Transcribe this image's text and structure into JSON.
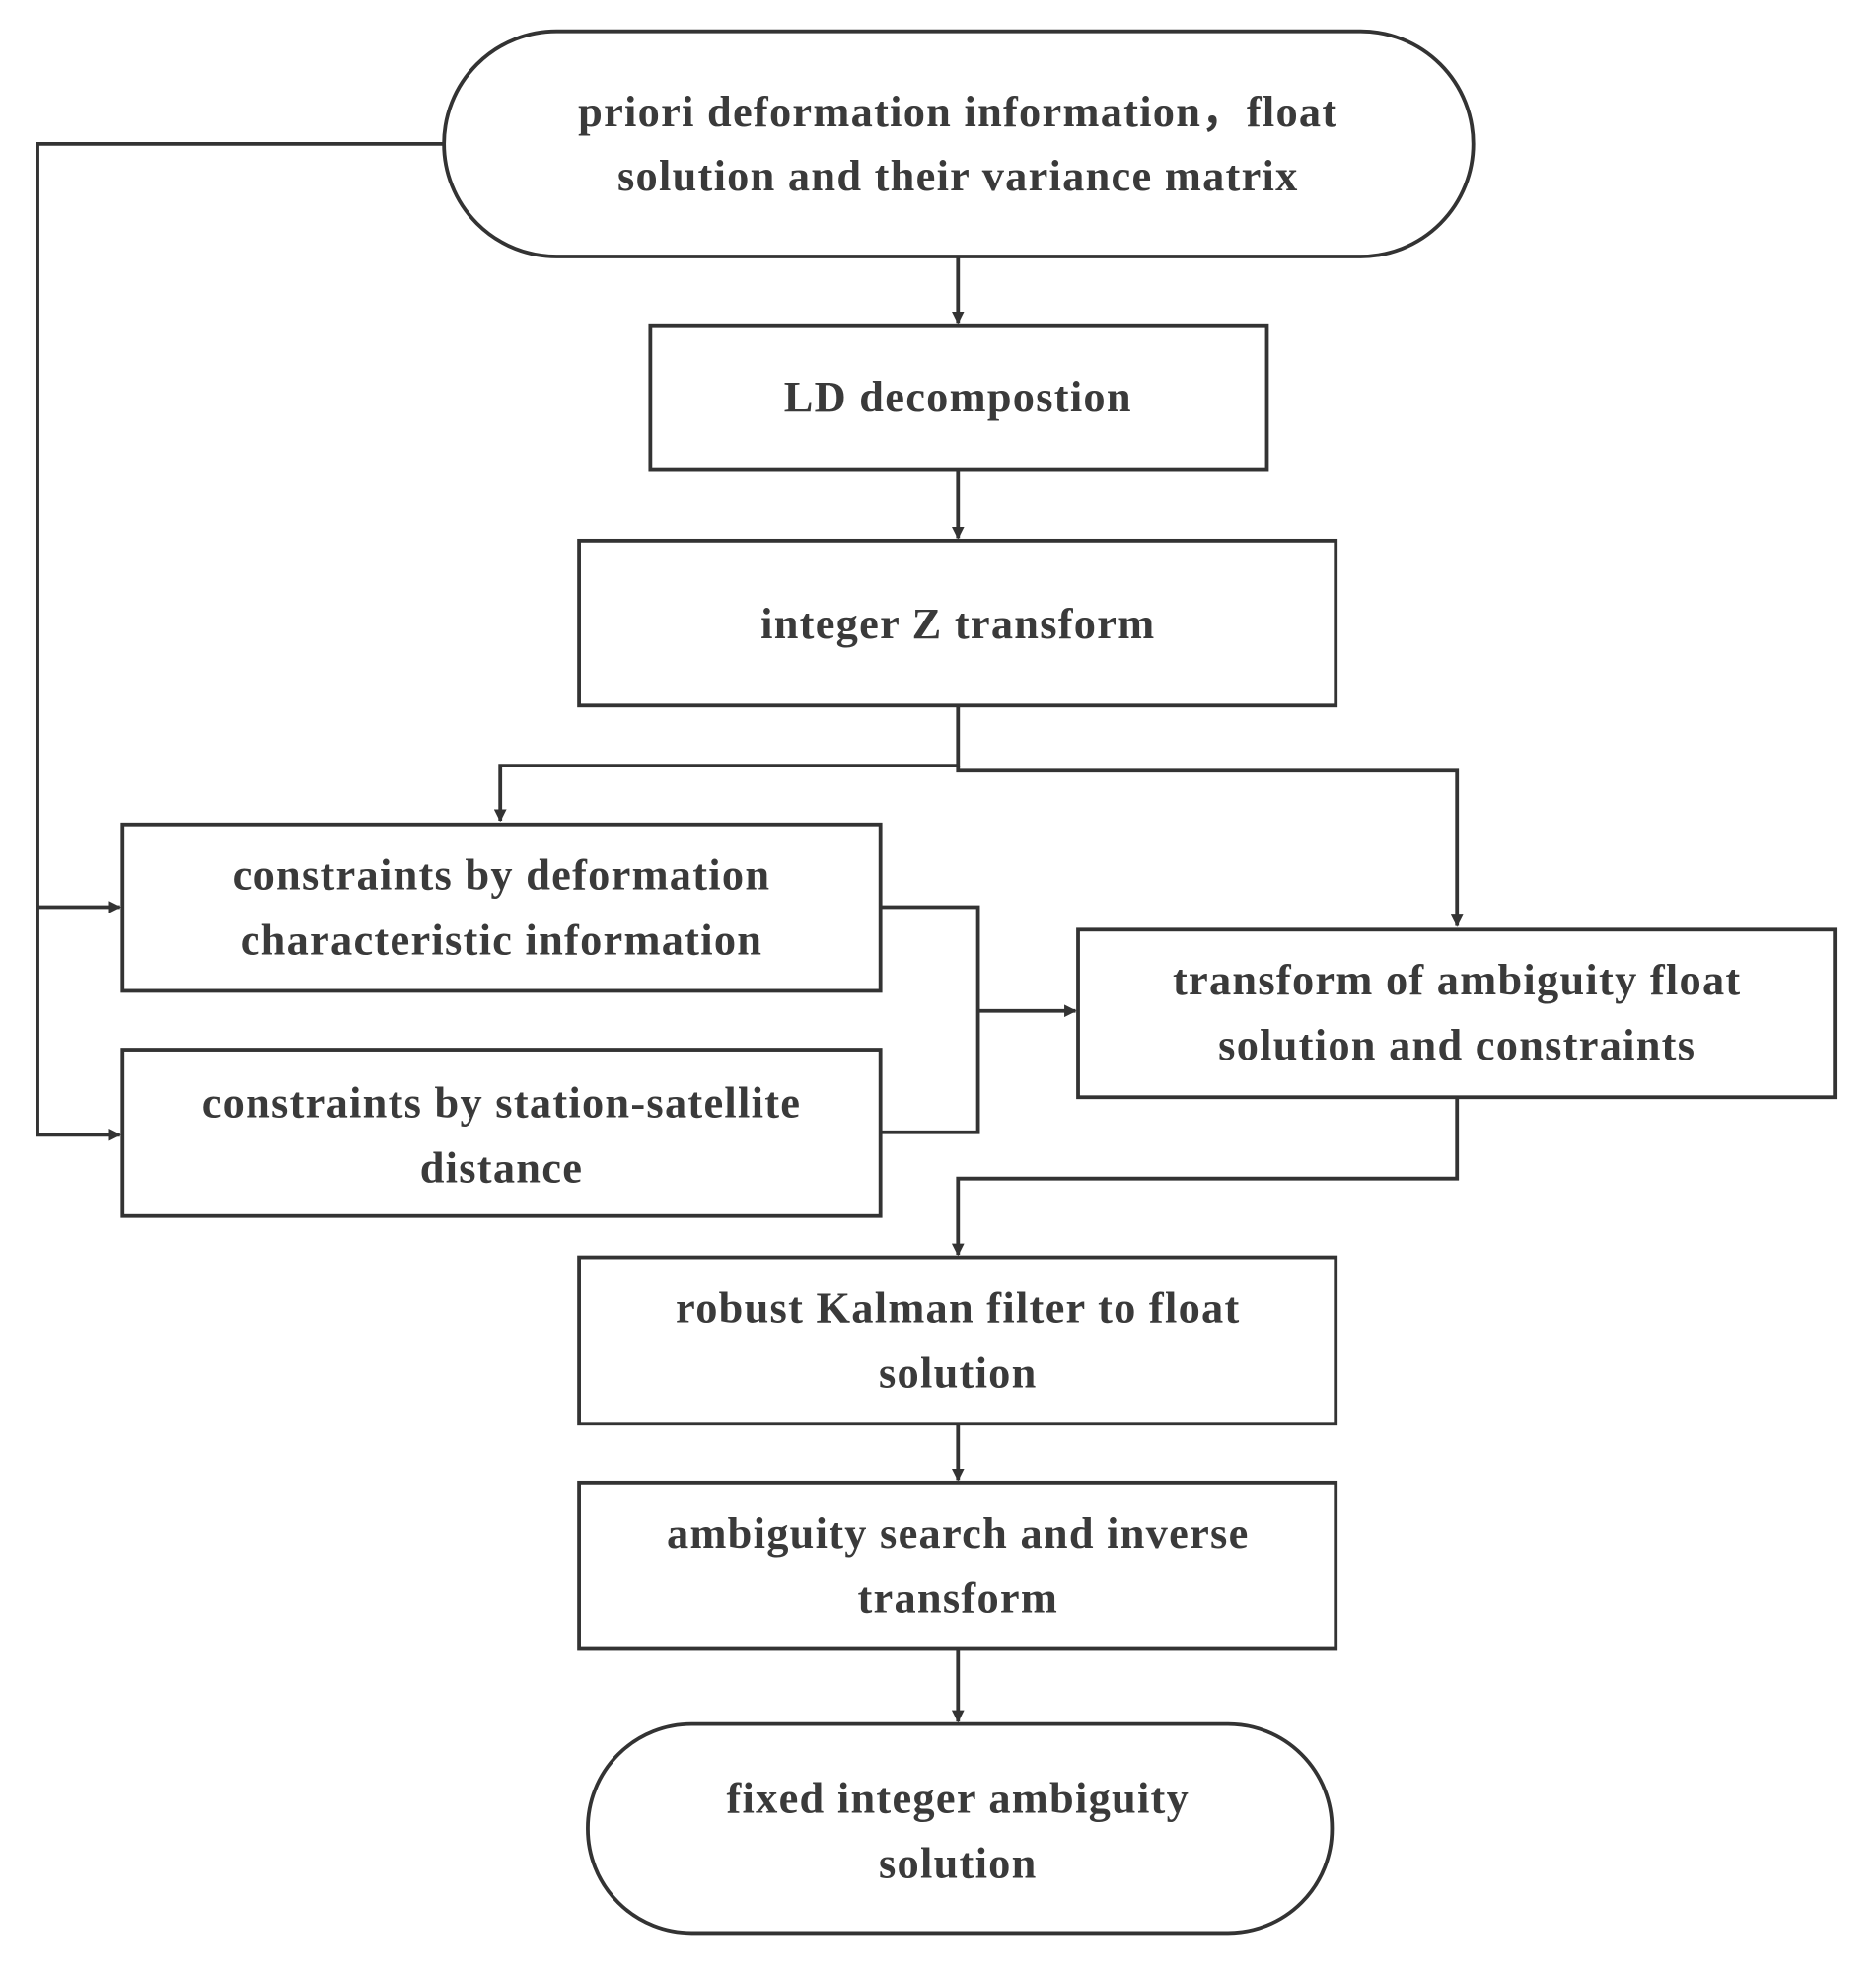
{
  "nodes": {
    "start": {
      "line1": "priori deformation information，float",
      "line2": "solution and their variance matrix"
    },
    "ld": {
      "line1": "LD decompostion"
    },
    "zt": {
      "line1": "integer Z transform"
    },
    "cdef": {
      "line1": "constraints by deformation",
      "line2": "characteristic information"
    },
    "csat": {
      "line1": "constraints by station-satellite",
      "line2": "distance"
    },
    "tamb": {
      "line1": "transform of ambiguity float",
      "line2": "solution and constraints"
    },
    "rkf": {
      "line1": "robust Kalman filter to float",
      "line2": "solution"
    },
    "asearch": {
      "line1": "ambiguity search and inverse",
      "line2": "transform"
    },
    "end": {
      "line1": "fixed integer ambiguity",
      "line2": "solution"
    }
  },
  "colors": {
    "stroke": "#333333",
    "text": "#3a3a3a"
  }
}
